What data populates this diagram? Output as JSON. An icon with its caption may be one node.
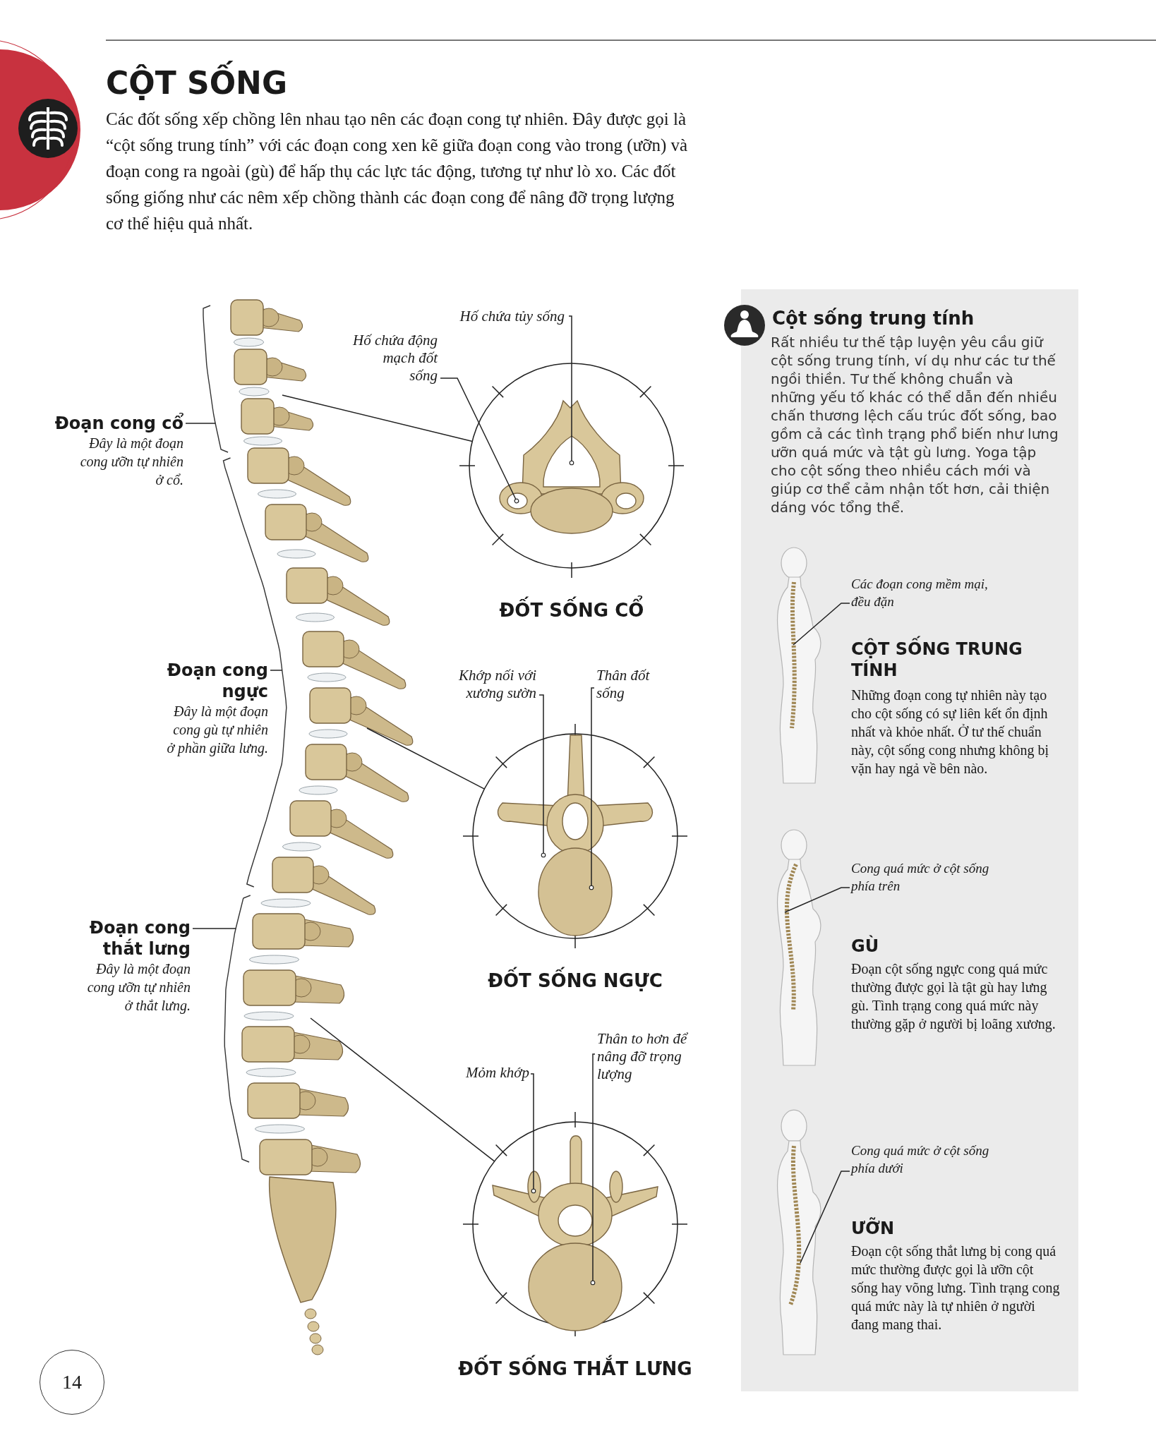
{
  "diagram": {
    "title": "CỘT SỐNG",
    "nodes": [
      {
        "text": [
          "Đoạn cong cổ",
          "Đây là một đoạn cong ưỡn tự nhiên ở cổ."
        ]
      },
      {
        "text": [
          "Đoạn cong ngực",
          "Đây là một đoạn cong gù tự nhiên ở phần giữa lưng."
        ]
      },
      {
        "text": [
          "Đoạn cong thắt lưng",
          "Đây là một đoạn cong ưỡn tự nhiên ở thắt lưng."
        ]
      },
      {
        "text": [],
        "shape": "picture"
      },
      {
        "text": [
          "ĐỐT SỐNG CỔ"
        ]
      },
      {
        "text": [],
        "shape": "picture",
        "in": 4
      },
      {
        "text": [
          "Hố chứa tủy sống"
        ]
      },
      {
        "text": [
          "Hố chứa động mạch đốt sống"
        ]
      },
      {
        "text": [
          "ĐỐT SỐNG NGỰC"
        ]
      },
      {
        "text": [],
        "shape": "picture",
        "in": 8
      },
      {
        "text": [
          "Khớp nối với xương sườn"
        ]
      },
      {
        "text": [
          "Thân đốt sống"
        ]
      },
      {
        "text": [
          "ĐỐT SỐNG THẮT LƯNG"
        ]
      },
      {
        "text": [],
        "shape": "picture",
        "in": 12
      },
      {
        "text": [
          "Mỏm khớp"
        ]
      },
      {
        "text": [
          "Thân to hơn để nâng đỡ trọng lượng"
        ]
      },
      {
        "text": [
          "Cột sống trung tính",
          "Rất nhiều tư thế tập luyện yêu cầu giữ cột sống trung tính, ví dụ như các tư thế ngồi thiền. Tư thế không chuẩn và những yếu tố khác có thể dẫn đến nhiều chấn thương lệch cấu trúc đốt sống, bao gồm cả các tình trạng phổ biến như lưng ưỡn quá mức và tật gù lưng. Yoga tập cho cột sống theo nhiều cách mới và giúp cơ thể cảm nhận tốt hơn, cải thiện dáng vóc tổng thể."
        ]
      },
      {
        "text": [],
        "shape": "picture",
        "in": 16
      },
      {
        "text": [
          "Các đoạn cong mềm mại, đều đặn"
        ],
        "in": 16
      },
      {
        "text": [],
        "shape": "picture",
        "in": 16
      },
      {
        "text": [
          "Cong quá mức ở cột sống phía trên"
        ],
        "in": 16
      },
      {
        "text": [],
        "shape": "picture",
        "in": 16
      },
      {
        "text": [
          "Cong quá mức ở cột sống phía dưới"
        ],
        "in": 16
      },
      {
        "text": [
          "14"
        ]
      }
    ],
    "edges": [
      {
        "from": 0,
        "to": 3,
        "arrow": "none"
      },
      {
        "from": 1,
        "to": 3,
        "arrow": "none"
      },
      {
        "from": 2,
        "to": 3,
        "arrow": "none"
      },
      {
        "from": 3,
        "to": 4,
        "arrow": "none"
      },
      {
        "from": 3,
        "to": 8,
        "arrow": "none"
      },
      {
        "from": 3,
        "to": 12,
        "arrow": "none"
      },
      {
        "from": 6,
        "to": 5,
        "arrow": "other"
      },
      {
        "from": 7,
        "to": 5,
        "arrow": "other"
      },
      {
        "from": 10,
        "to": 9,
        "arrow": "other"
      },
      {
        "from": 11,
        "to": 9,
        "arrow": "other"
      },
      {
        "from": 14,
        "to": 13,
        "arrow": "other"
      },
      {
        "from": 15,
        "to": 13,
        "arrow": "other"
      },
      {
        "from": 18,
        "to": 17,
        "arrow": "none"
      },
      {
        "from": 20,
        "to": 19,
        "arrow": "none"
      },
      {
        "from": 22,
        "to": 21,
        "arrow": "none"
      }
    ],
    "labels": [
      "Các đốt sống xếp chồng lên nhau tạo nên các đoạn cong tự nhiên. Đây được gọi là “cột sống trung tính” với các đoạn cong xen kẽ giữa đoạn cong vào trong (ưỡn) và đoạn cong ra ngoài (gù) để hấp thụ các lực tác động, tương tự như lò xo. Các đốt sống giống như các nêm xếp chồng thành các đoạn cong để nâng đỡ trọng lượng cơ thể hiệu quả nhất.",
      "CỘT SỐNG TRUNG TÍNH",
      "Những đoạn cong tự nhiên này tạo cho cột sống có sự liên kết ổn định nhất và khỏe nhất. Ở tư thế chuẩn này, cột sống cong nhưng không bị vặn hay ngả về bên nào.",
      "GÙ",
      "Đoạn cột sống ngực cong quá mức thường được gọi là tật gù hay lưng gù. Tình trạng cong quá mức này thường gặp ở người bị loãng xương.",
      "ƯỠN",
      "Đoạn cột sống thắt lưng bị cong quá mức thường được gọi là ưỡn cột sống hay võng lưng. Tình trạng cong quá mức này là tự nhiên ở người đang mang thai."
    ]
  }
}
